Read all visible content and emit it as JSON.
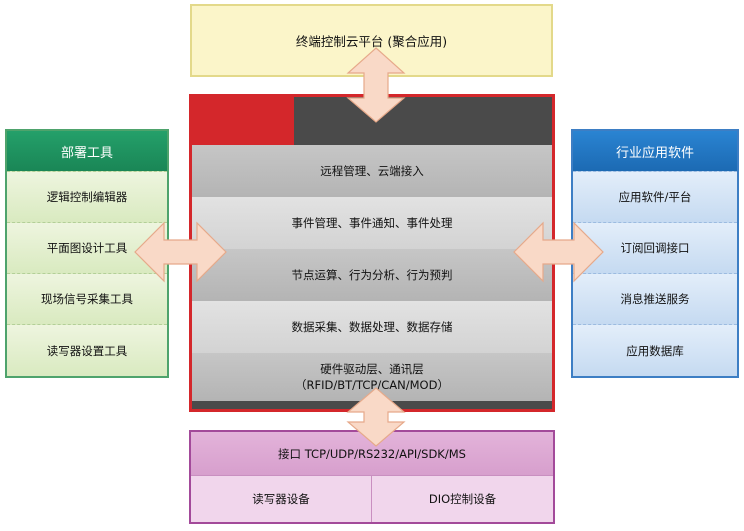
{
  "cloud": {
    "label": "终端控制云平台 (聚合应用)"
  },
  "core": {
    "layers": [
      {
        "label": "远程管理、云端接入"
      },
      {
        "label": "事件管理、事件通知、事件处理"
      },
      {
        "label": "节点运算、行为分析、行为预判"
      },
      {
        "label": "数据采集、数据处理、数据存储"
      },
      {
        "label": "硬件驱动层、通讯层",
        "sub": "（RFID/BT/TCP/CAN/MOD）"
      }
    ]
  },
  "left_panel": {
    "title": "部署工具",
    "items": [
      "逻辑控制编辑器",
      "平面图设计工具",
      "现场信号采集工具",
      "读写器设置工具"
    ]
  },
  "right_panel": {
    "title": "行业应用软件",
    "items": [
      "应用软件/平台",
      "订阅回调接口",
      "消息推送服务",
      "应用数据库"
    ]
  },
  "interface": {
    "title": "接口 TCP/UDP/RS232/API/SDK/MS",
    "devices": [
      "读写器设备",
      "DIO控制设备"
    ]
  },
  "colors": {
    "arrow_fill": "#f9d9c7",
    "arrow_stroke": "#e6a98a",
    "frame_red": "#d4272b"
  }
}
